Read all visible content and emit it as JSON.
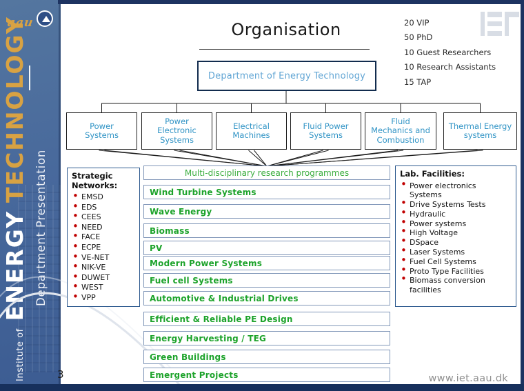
{
  "slide": {
    "title": "Organisation",
    "page_number": "3",
    "website": "www.iet.aau.dk"
  },
  "sidebar": {
    "logo_text": "aau",
    "institute_of": "Institute of",
    "energy": "ENERGY",
    "technology": "TECHNOLOGY",
    "subtitle": "Department Presentation"
  },
  "stats": {
    "items": [
      "20 VIP",
      "50 PhD",
      "10 Guest Researchers",
      "10 Research Assistants",
      "15 TAP"
    ]
  },
  "org": {
    "root": "Department of Energy Technology",
    "departments": [
      "Power\nSystems",
      "Power\nElectronic\nSystems",
      "Electrical\nMachines",
      "Fluid Power\nSystems",
      "Fluid\nMechanics and\nCombustion",
      "Thermal Energy\nsystems"
    ]
  },
  "strategic_networks": {
    "title": "Strategic\nNetworks:",
    "items": [
      "EMSD",
      "EDS",
      "CEES",
      "NEED",
      "FACE",
      "ECPE",
      "VE-NET",
      "NIK-VE",
      "DUWET",
      "WEST",
      "VPP"
    ]
  },
  "research_programmes": {
    "title": "Multi-disciplinary research programmes",
    "items": [
      "Wind Turbine Systems",
      "Wave Energy",
      "Biomass",
      "PV",
      "Modern Power Systems",
      "Fuel cell Systems",
      "Automotive & Industrial Drives",
      "Efficient & Reliable PE Design",
      "Energy Harvesting / TEG",
      "Green Buildings",
      "Emergent Projects"
    ]
  },
  "lab_facilities": {
    "title": "Lab. Facilities:",
    "items": [
      "Power electronics\nSystems",
      "Drive Systems Tests",
      "Hydraulic",
      "Power systems",
      "High Voltage",
      "DSpace",
      "Laser Systems",
      "Fuel Cell Systems",
      "Proto Type Facilities",
      "Biomass conversion\nfacilities"
    ]
  },
  "colors": {
    "sidebar_blue": "#48699c",
    "frame_navy": "#1d3361",
    "accent_gold": "#d8a243",
    "box_text_blue": "#2f93c5",
    "programme_green": "#1da32b",
    "bullet_red": "#c00000",
    "border_slate": "#8096b8",
    "url_gray": "#8f8f8f"
  }
}
